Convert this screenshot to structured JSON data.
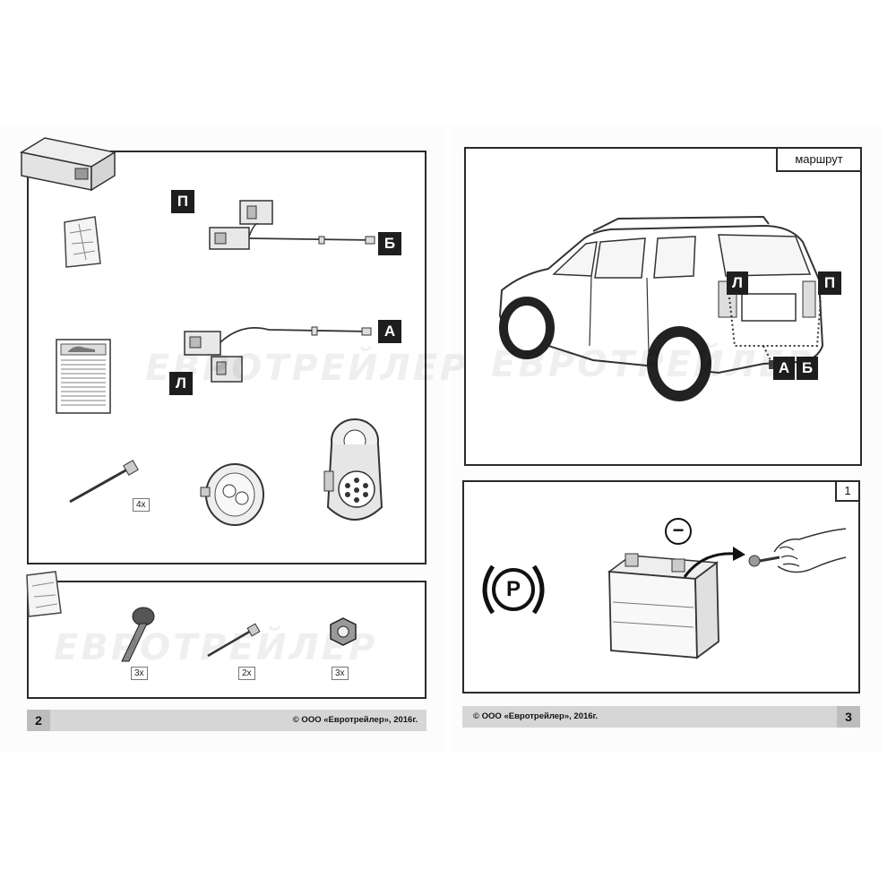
{
  "left_page": {
    "tags": {
      "p": "П",
      "b": "Б",
      "a": "А",
      "l": "Л"
    },
    "qty_screw_top": "4x",
    "qty_bolt": "3x",
    "qty_screw_bottom": "2x",
    "qty_nut": "3x",
    "watermark": "ЕВРОТРЕЙЛЕР",
    "page_number": "2",
    "copyright": "© ООО «Евротрейлер», 2016г."
  },
  "right_page": {
    "route_label": "маршрут",
    "car_tags": {
      "l": "Л",
      "p": "П",
      "a": "А",
      "b": "Б"
    },
    "step_number": "1",
    "watermark": "ЕВРОТРЕЙЛЕР",
    "parking_symbol": "P",
    "minus_symbol": "−",
    "page_number": "3",
    "copyright": "© ООО «Евротрейлер», 2016г."
  }
}
